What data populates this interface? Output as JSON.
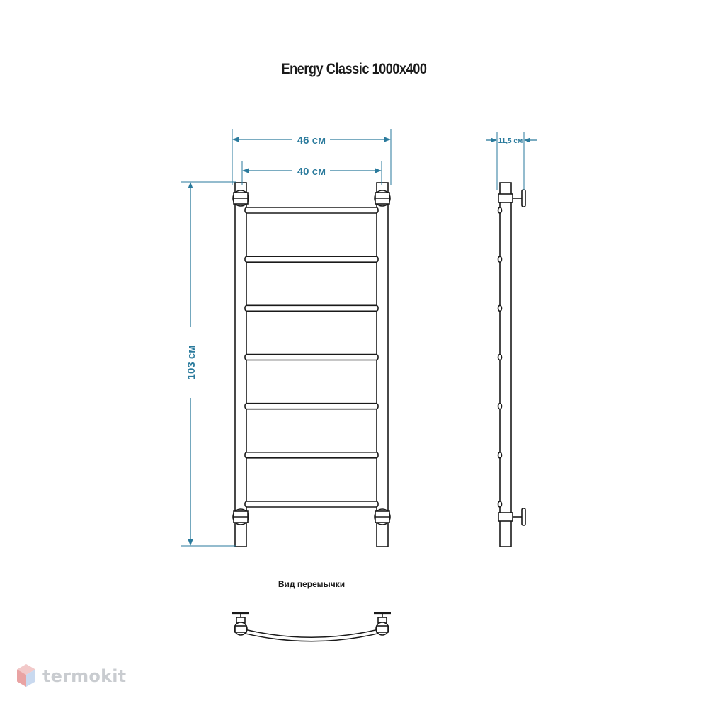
{
  "title": "Energy Classic 1000x400",
  "subtitle": "Вид перемычки",
  "dimensions": {
    "width_outer": "46 см",
    "width_inner": "40 см",
    "height": "103 см",
    "depth": "11,5 см"
  },
  "logo": {
    "text": "termokit",
    "icon": "cube-icon"
  },
  "colors": {
    "dimension": "#2a7a9c",
    "outline": "#1a1a1a",
    "logo_text": "#c9ccd0"
  },
  "rungs_count": 7
}
